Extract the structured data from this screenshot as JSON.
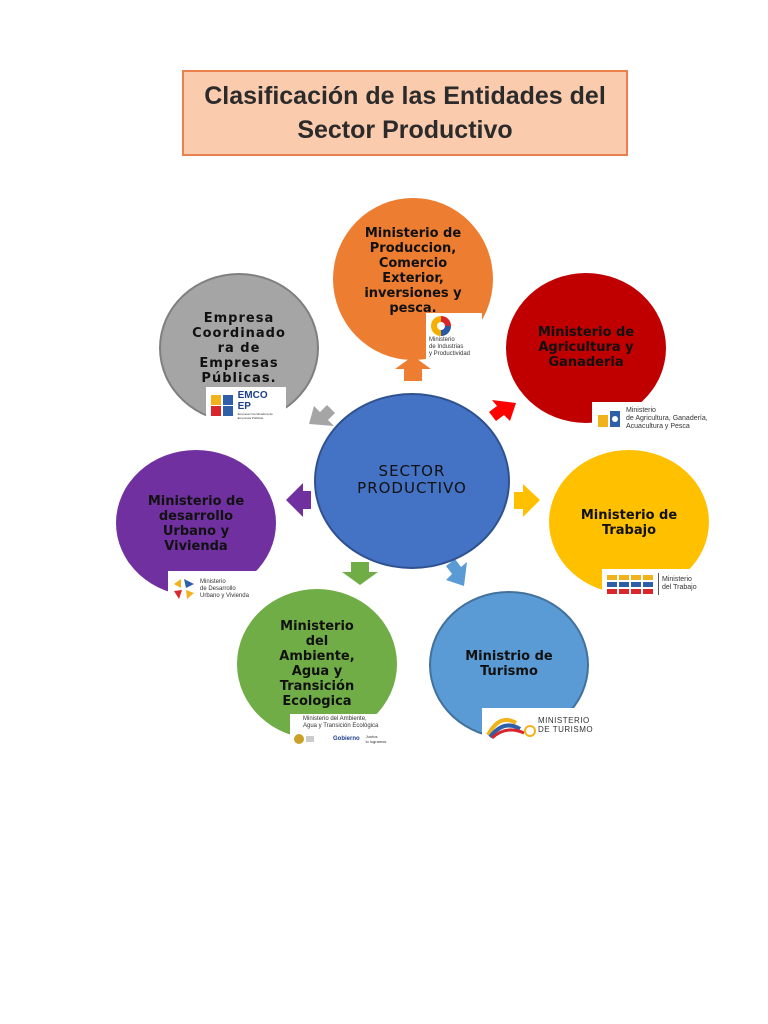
{
  "title": {
    "line1": "Clasificación de las Entidades del",
    "line2": "Sector Productivo"
  },
  "center": {
    "label": "SECTOR\nPRODUCTIVO"
  },
  "nodes": {
    "produccion": {
      "label": "Ministerio de\nProduccion,\nComercio\nExterior,\ninversiones y\npesca.",
      "logo": "Ministerio\nde Industrias\ny Productividad"
    },
    "agricultura": {
      "label": "Ministerio de\nAgricultura y\nGanaderia",
      "logo": "Ministerio\nde Agricultura, Ganadería,\nAcuacultura y Pesca"
    },
    "trabajo": {
      "label": "Ministerio de\nTrabajo",
      "logo": "Ministerio\ndel Trabajo"
    },
    "turismo": {
      "label": "Ministrio de\nTurismo",
      "logo": "MINISTERIO\nDE TURISMO"
    },
    "ambiente": {
      "label": "Ministerio\ndel\nAmbiente,\nAgua y\nTransición\nEcologica",
      "logo": "Ministerio del Ambiente,\nAgua y Transición Ecológica",
      "logo2": "Gobierno",
      "logo3": "Juntos\nlo logramos"
    },
    "urbano": {
      "label": "Ministerio de\ndesarrollo\nUrbano y\nVivienda",
      "logo": "Ministerio\nde Desarrollo\nUrbano y Vivienda"
    },
    "emco": {
      "label": "Empresa\nCoordinado\nra de\nEmpresas\nPúblicas.",
      "logo": "EMCO EP",
      "logo_sub": "Empresa Coordinadora de\nEmpresas Públicas"
    }
  },
  "colors": {
    "orange": "#ed7d31",
    "red": "#c00000",
    "yellow": "#ffc000",
    "blue": "#5b9bd5",
    "green": "#70ad47",
    "purple": "#7030a0",
    "gray": "#a5a5a5",
    "center": "#4472c4"
  }
}
